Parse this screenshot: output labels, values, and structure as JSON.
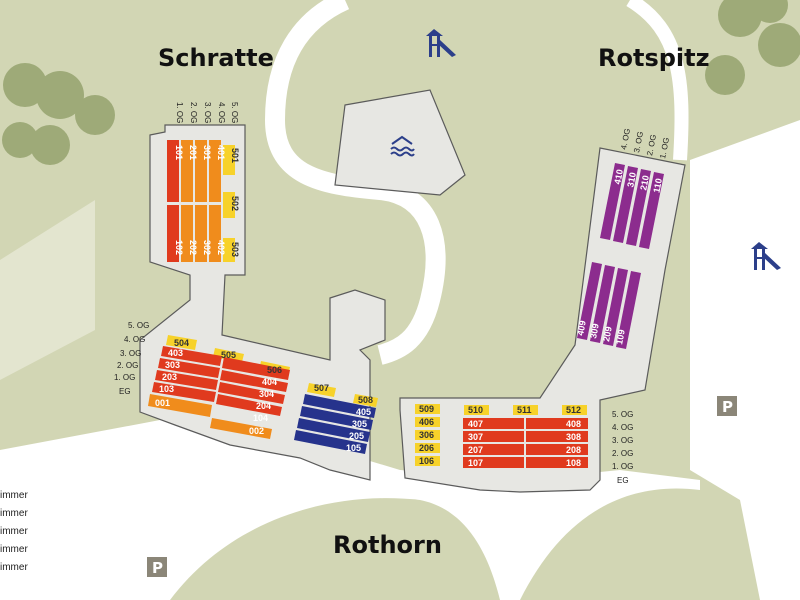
{
  "colors": {
    "ground": "#d2d6b4",
    "path_white": "#ffffff",
    "building": "#e7e7e3",
    "building_outline": "#5b5b5b",
    "red": "#e03a1e",
    "orange": "#f08c1c",
    "yellow": "#f7d22a",
    "blue": "#26338c",
    "purple": "#8c2c8e",
    "icon_blue": "#2c3f8a",
    "parking": "#8b8678"
  },
  "buildings": {
    "schratte": "Schratte",
    "rotspitz": "Rotspitz",
    "rothorn": "Rothorn"
  },
  "floors": {
    "schratte_wing": [
      "5. OG",
      "4. OG",
      "3. OG",
      "2. OG",
      "1. OG"
    ],
    "schratte_row": [
      "5. OG",
      "4. OG",
      "3. OG",
      "2. OG",
      "1. OG",
      "EG"
    ],
    "rotspitz_wing": [
      "4. OG",
      "3. OG",
      "2. OG",
      "1. OG"
    ],
    "rothorn_row": [
      "5. OG",
      "4. OG",
      "3. OG",
      "2. OG",
      "1. OG",
      "EG"
    ]
  },
  "rooms": {
    "s_wing_top": [
      "101",
      "201",
      "301",
      "401",
      "501"
    ],
    "s_wing_mid": [
      "502"
    ],
    "s_wing_bottom": [
      "102",
      "202",
      "302",
      "402",
      "503"
    ],
    "s_row_left": [
      "504",
      "403",
      "303",
      "203",
      "103",
      "001"
    ],
    "s_row_right": [
      "505",
      "506",
      "404",
      "304",
      "204",
      "104",
      "002"
    ],
    "blue_block": [
      "507",
      "508",
      "405",
      "305",
      "205",
      "105"
    ],
    "r_left_col": [
      "509",
      "406",
      "306",
      "206",
      "106"
    ],
    "r_tops": [
      "510",
      "511",
      "512"
    ],
    "r_mid_col": [
      "407",
      "307",
      "207",
      "107"
    ],
    "r_right_col": [
      "408",
      "308",
      "208",
      "108"
    ],
    "p_top": [
      "410",
      "310",
      "210",
      "110"
    ],
    "p_bottom": [
      "409",
      "309",
      "209",
      "109"
    ]
  },
  "icons": {
    "playground": "playground-slide-icon",
    "pool": "swimming-pool-icon",
    "parking": "parking-sign-icon"
  },
  "parking_label": "P",
  "legend_items": [
    "immer",
    "immer",
    "immer",
    "immer",
    "immer"
  ]
}
